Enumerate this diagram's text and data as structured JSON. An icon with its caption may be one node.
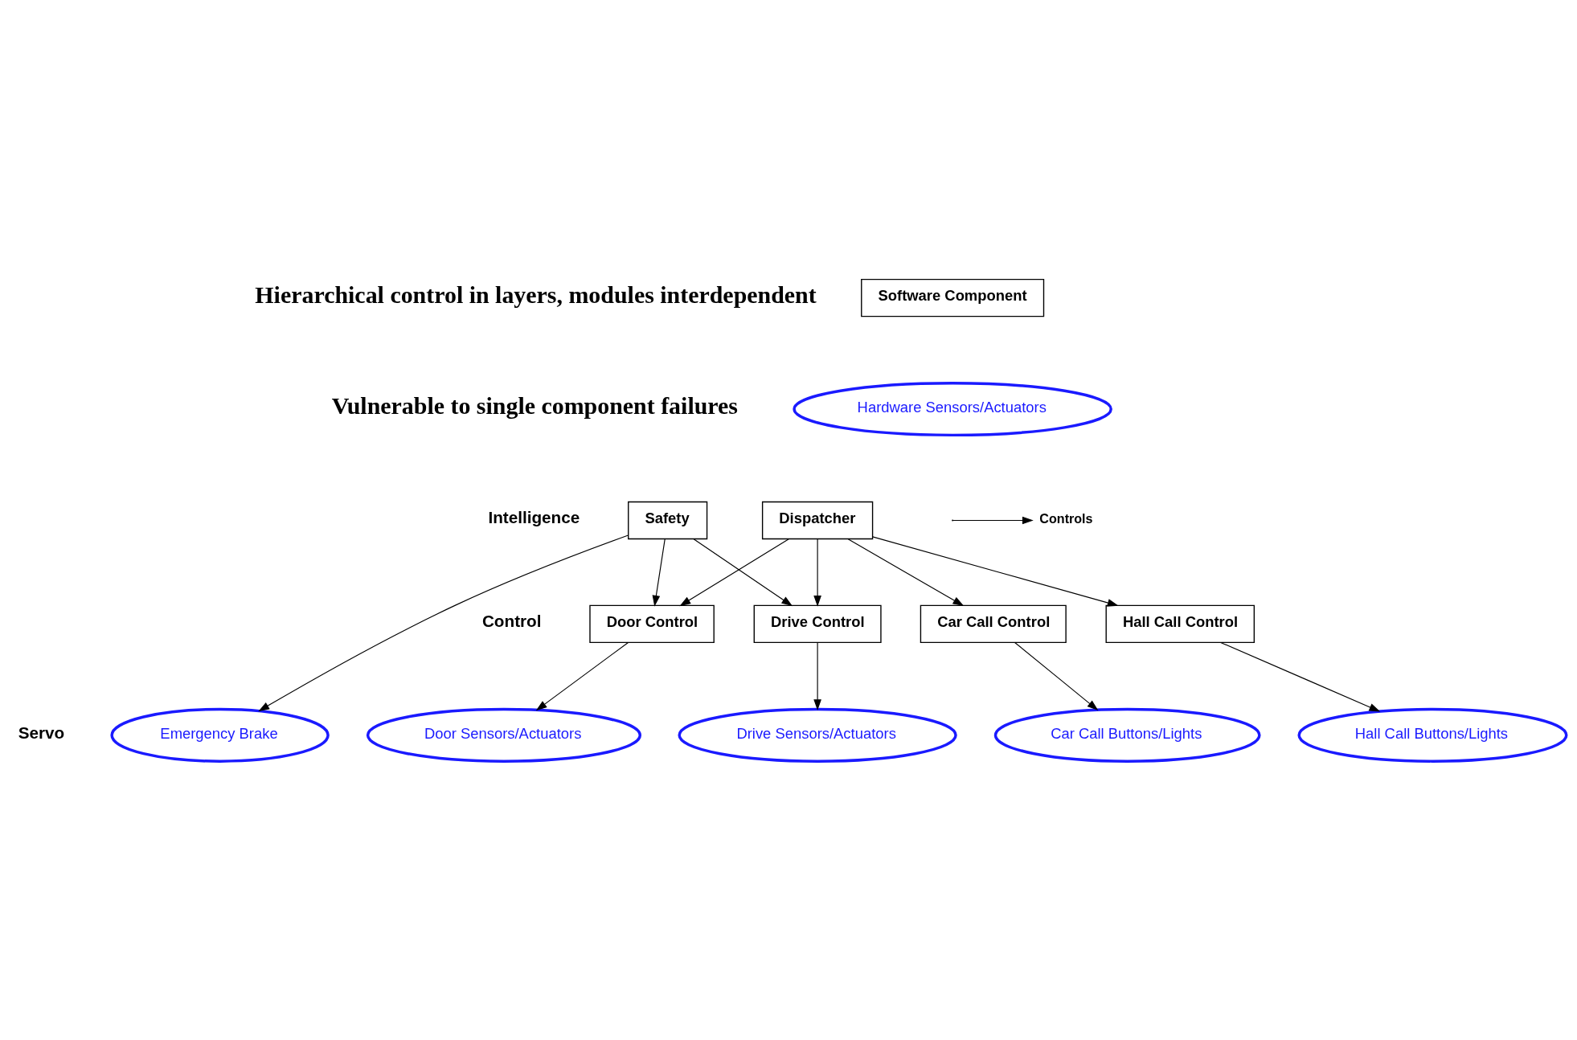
{
  "diagram": {
    "nodes": [
      {
        "text": [
          "Dispatcher"
        ]
      },
      {
        "text": [
          "Safety"
        ]
      },
      {
        "text": [
          "Drive Control"
        ]
      },
      {
        "text": [
          "Door Control"
        ]
      },
      {
        "text": [
          "Hall Call Control"
        ]
      },
      {
        "text": [
          "Car Call Control"
        ]
      },
      {
        "text": [
          "Drive Sensors/Actuators"
        ]
      },
      {
        "text": [
          "Door Sensors/Actuators"
        ]
      },
      {
        "text": [
          "Emergency Brake"
        ]
      },
      {
        "text": [
          "Hall Call Buttons/Lights"
        ]
      },
      {
        "text": [
          "Car Call Buttons/Lights"
        ]
      },
      {
        "text": [
          "Software Component"
        ]
      },
      {
        "text": [
          "Hardware Sensors/Actuators"
        ]
      }
    ],
    "edges": [
      {
        "from": 0,
        "to": 2,
        "arrow": "to"
      },
      {
        "from": 0,
        "to": 3,
        "arrow": "to"
      },
      {
        "from": 0,
        "to": 4,
        "arrow": "to"
      },
      {
        "from": 0,
        "to": 5,
        "arrow": "to"
      },
      {
        "from": 1,
        "to": 2,
        "arrow": "to"
      },
      {
        "from": 1,
        "to": 3,
        "arrow": "to"
      },
      {
        "from": 1,
        "to": 8,
        "arrow": "to"
      },
      {
        "from": 2,
        "to": 6,
        "arrow": "to"
      },
      {
        "from": 3,
        "to": 7,
        "arrow": "to"
      },
      {
        "from": 4,
        "to": 9,
        "arrow": "to"
      },
      {
        "from": 5,
        "to": 10,
        "arrow": "to"
      }
    ],
    "labels": [
      "Hierarchical control in layers, modules interdependent",
      "Vulnerable to single component failures",
      "Intelligence",
      "Control",
      "Servo"
    ],
    "legend": [
      {
        "text": "Controls"
      }
    ]
  }
}
